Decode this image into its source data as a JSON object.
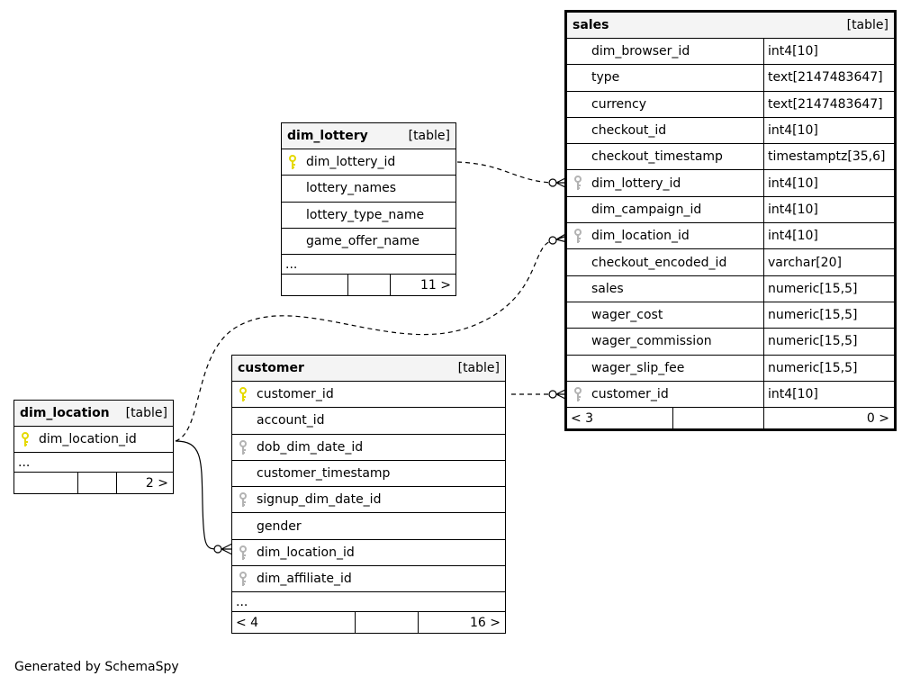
{
  "caption": "Generated by SchemaSpy",
  "colors": {
    "primary_key": "#e5d900",
    "foreign_key": "#b3b3b3",
    "header_bg": "#f4f4f4"
  },
  "dim_lottery": {
    "name": "dim_lottery",
    "kind": "[table]",
    "columns": [
      {
        "name": "dim_lottery_id",
        "key": "primary"
      },
      {
        "name": "lottery_names",
        "key": ""
      },
      {
        "name": "lottery_type_name",
        "key": ""
      },
      {
        "name": "game_offer_name",
        "key": ""
      }
    ],
    "ellipsis": "...",
    "footer": {
      "left": "",
      "right": "11 >"
    }
  },
  "sales": {
    "name": "sales",
    "kind": "[table]",
    "columns": [
      {
        "name": "dim_browser_id",
        "type": "int4[10]",
        "key": ""
      },
      {
        "name": "type",
        "type": "text[2147483647]",
        "key": ""
      },
      {
        "name": "currency",
        "type": "text[2147483647]",
        "key": ""
      },
      {
        "name": "checkout_id",
        "type": "int4[10]",
        "key": ""
      },
      {
        "name": "checkout_timestamp",
        "type": "timestamptz[35,6]",
        "key": ""
      },
      {
        "name": "dim_lottery_id",
        "type": "int4[10]",
        "key": "foreign"
      },
      {
        "name": "dim_campaign_id",
        "type": "int4[10]",
        "key": ""
      },
      {
        "name": "dim_location_id",
        "type": "int4[10]",
        "key": "foreign"
      },
      {
        "name": "checkout_encoded_id",
        "type": "varchar[20]",
        "key": ""
      },
      {
        "name": "sales",
        "type": "numeric[15,5]",
        "key": ""
      },
      {
        "name": "wager_cost",
        "type": "numeric[15,5]",
        "key": ""
      },
      {
        "name": "wager_commission",
        "type": "numeric[15,5]",
        "key": ""
      },
      {
        "name": "wager_slip_fee",
        "type": "numeric[15,5]",
        "key": ""
      },
      {
        "name": "customer_id",
        "type": "int4[10]",
        "key": "foreign"
      }
    ],
    "footer": {
      "left": "< 3",
      "right": "0 >"
    }
  },
  "customer": {
    "name": "customer",
    "kind": "[table]",
    "columns": [
      {
        "name": "customer_id",
        "key": "primary"
      },
      {
        "name": "account_id",
        "key": ""
      },
      {
        "name": "dob_dim_date_id",
        "key": "foreign"
      },
      {
        "name": "customer_timestamp",
        "key": ""
      },
      {
        "name": "signup_dim_date_id",
        "key": "foreign"
      },
      {
        "name": "gender",
        "key": ""
      },
      {
        "name": "dim_location_id",
        "key": "foreign"
      },
      {
        "name": "dim_affiliate_id",
        "key": "foreign"
      }
    ],
    "ellipsis": "...",
    "footer": {
      "left": "< 4",
      "right": "16 >"
    }
  },
  "dim_location": {
    "name": "dim_location",
    "kind": "[table]",
    "columns": [
      {
        "name": "dim_location_id",
        "key": "primary"
      }
    ],
    "ellipsis": "...",
    "footer": {
      "left": "",
      "right": "2 >"
    }
  }
}
